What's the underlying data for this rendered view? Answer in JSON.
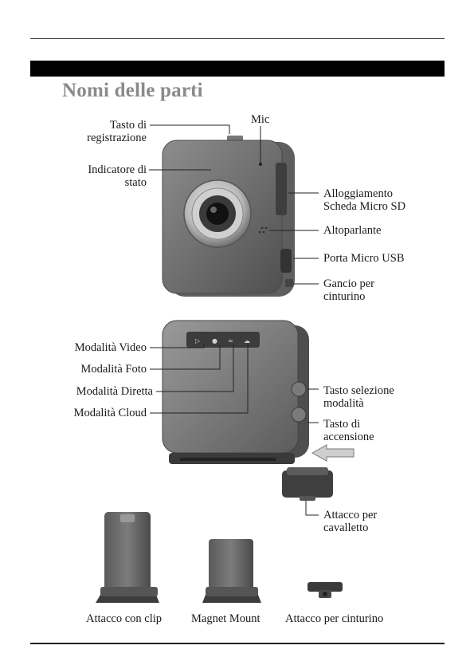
{
  "section_title": "Nomi delle parti",
  "camera_front_labels": {
    "record_button": [
      "Tasto di",
      "registrazione"
    ],
    "mic": "Mic",
    "status_indicator": [
      "Indicatore di",
      "stato"
    ],
    "sd_slot": [
      "Alloggiamento",
      "Scheda Micro SD"
    ],
    "speaker": "Altoparlante",
    "usb_port": "Porta Micro USB",
    "strap_hook": [
      "Gancio per",
      "cinturino"
    ]
  },
  "camera_back_labels": {
    "video_mode": "Modalità Video",
    "photo_mode": "Modalità Foto",
    "live_mode": "Modalità Diretta",
    "cloud_mode": "Modalità Cloud",
    "mode_select": [
      "Tasto selezione",
      "modalità"
    ],
    "power_button": [
      "Tasto di",
      "accensione"
    ],
    "tripod_mount": [
      "Attacco per",
      "cavalletto"
    ]
  },
  "accessories": {
    "clip": "Attacco con clip",
    "magnet": "Magnet Mount",
    "strap": "Attacco per cinturino"
  }
}
